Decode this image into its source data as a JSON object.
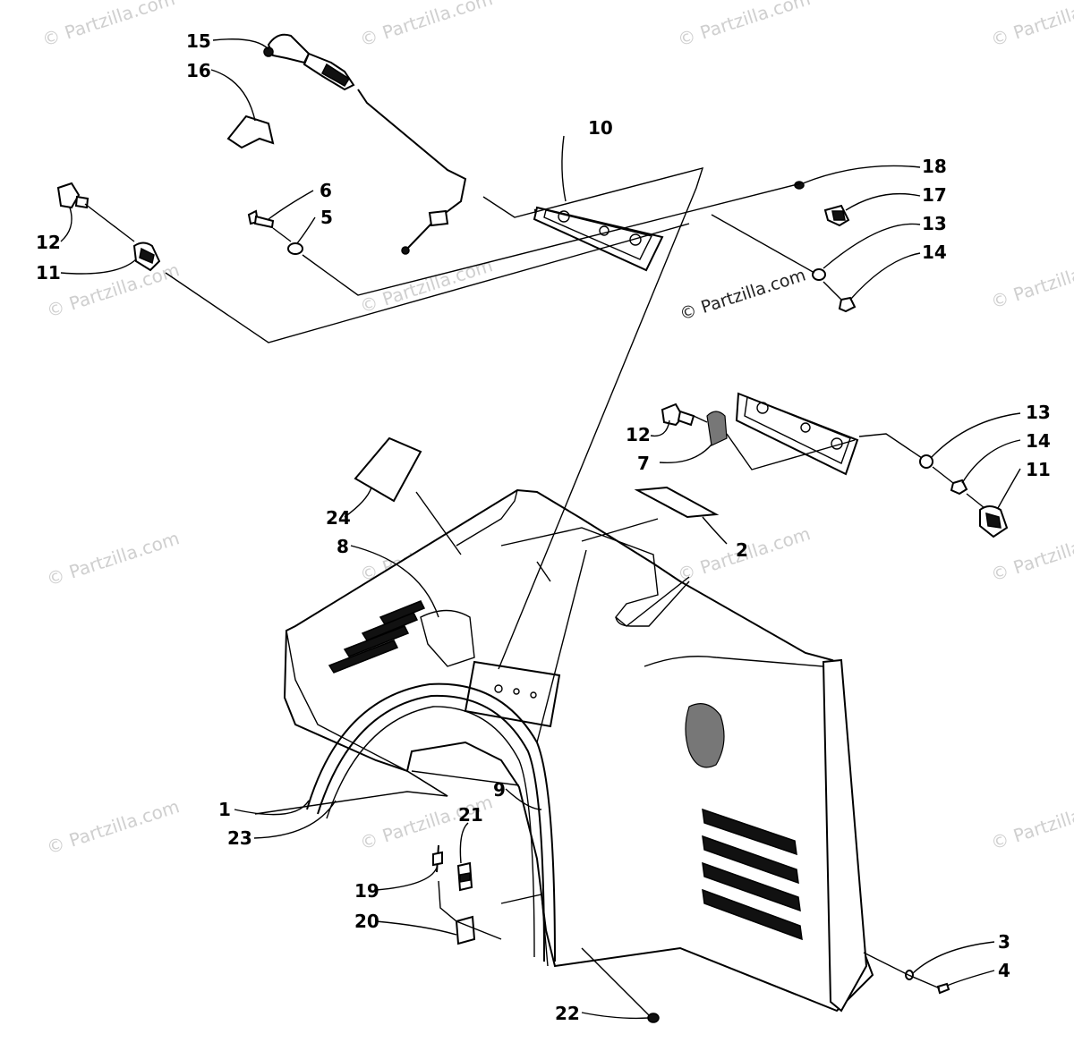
{
  "watermark": {
    "text": "© Partzilla.com",
    "center_text": "© Partzilla.com"
  },
  "callouts": {
    "c1": "1",
    "c2": "2",
    "c3": "3",
    "c4": "4",
    "c5": "5",
    "c6": "6",
    "c7": "7",
    "c8": "8",
    "c9": "9",
    "c10": "10",
    "c11a": "11",
    "c11b": "11",
    "c12a": "12",
    "c12b": "12",
    "c13a": "13",
    "c13b": "13",
    "c14a": "14",
    "c14b": "14",
    "c15": "15",
    "c16": "16",
    "c17": "17",
    "c18": "18",
    "c19": "19",
    "c20": "20",
    "c21": "21",
    "c22": "22",
    "c23": "23",
    "c24": "24"
  },
  "colors": {
    "ink": "#000000",
    "watermark": "#cfcfcf",
    "paper": "#ffffff"
  }
}
